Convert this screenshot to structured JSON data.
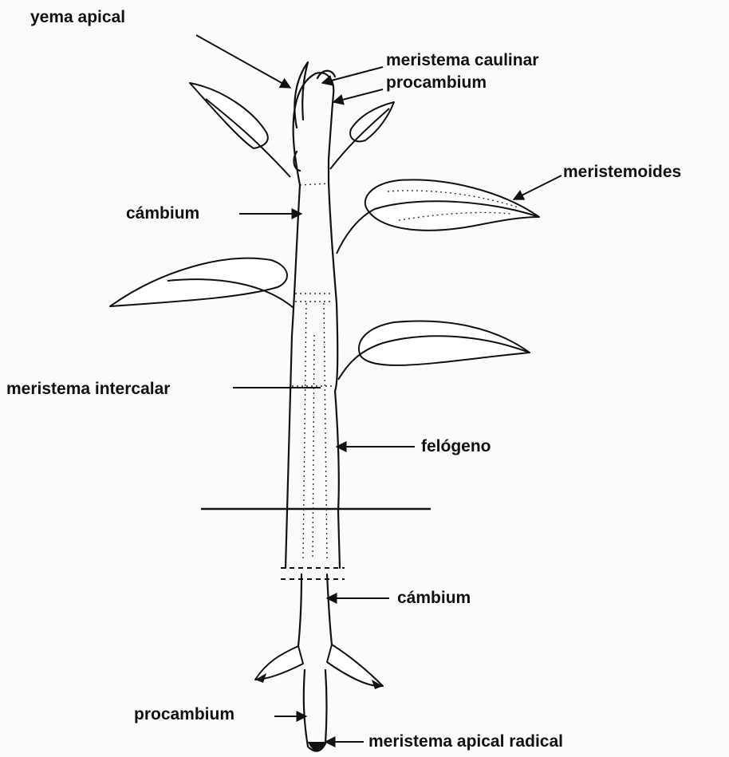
{
  "labels": {
    "yema_apical": "yema apical",
    "meristema_caulinar": "meristema caulinar",
    "procambium_top": "procambium",
    "meristemoides": "meristemoides",
    "cambium_top": "cámbium",
    "meristema_intercalar": "meristema intercalar",
    "felogeno": "felógeno",
    "cambium_bottom": "cámbium",
    "procambium_bottom": "procambium",
    "meristema_apical_radical": "meristema apical radical"
  }
}
